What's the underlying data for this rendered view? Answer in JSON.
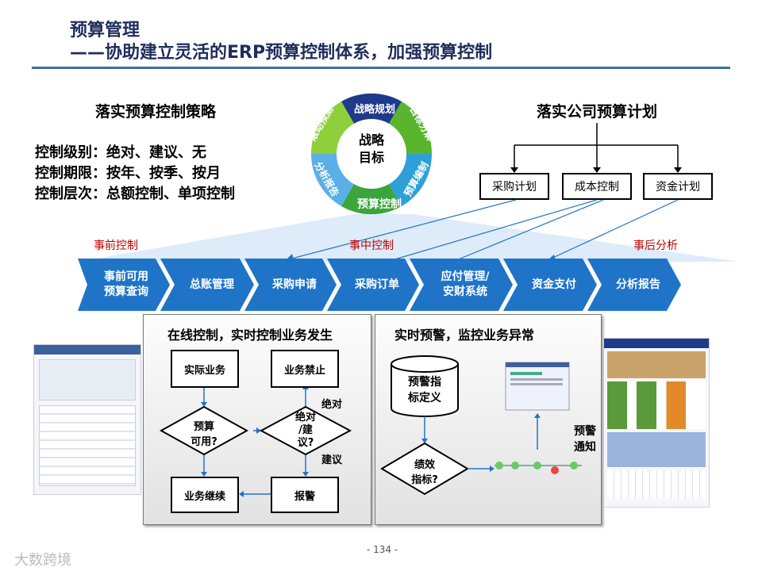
{
  "header": {
    "title": "预算管理",
    "subtitle": "——协助建立灵活的ERP预算控制体系，加强预算控制"
  },
  "left": {
    "heading": "落实预算控制策略",
    "lines": [
      "控制级别：绝对、建议、无",
      "控制期限：按年、按季、按月",
      "控制层次：总额控制、单项控制"
    ]
  },
  "cycle": {
    "center": [
      "战略",
      "目标"
    ],
    "segments": [
      "战略规划",
      "目标分解",
      "预算编制",
      "预算控制",
      "分析报告",
      "滚动预测"
    ]
  },
  "right": {
    "heading": "落实公司预算计划",
    "boxes": [
      "采购计划",
      "成本控制",
      "资金计划"
    ]
  },
  "stages": [
    "事前控制",
    "事中控制",
    "事后分析"
  ],
  "process": [
    "事前可用预算查询",
    "总账管理",
    "采购申请",
    "采购订单",
    "应付管理/安财系统",
    "资金支付",
    "分析报告"
  ],
  "panel_left": {
    "title": "在线控制，实时控制业务发生",
    "actual": "实际业务",
    "forbid": "业务禁止",
    "budget_q": [
      "预算",
      "可用?"
    ],
    "level_q": [
      "绝对",
      "/建",
      "议?"
    ],
    "continue": "业务继续",
    "alarm": "报警",
    "absolute": "绝对",
    "advice": "建议"
  },
  "panel_right": {
    "title": "实时预警，监控业务异常",
    "indicator": [
      "预警指",
      "标定义"
    ],
    "perf_q": [
      "绩效",
      "指标?"
    ],
    "notify": [
      "预警",
      "通知"
    ]
  },
  "page_number": "- 134 -",
  "watermark": "大数跨境",
  "colors": {
    "navy": "#1f2d5c",
    "process_blue": "#1f74c8",
    "alert_red": "#c00000"
  }
}
